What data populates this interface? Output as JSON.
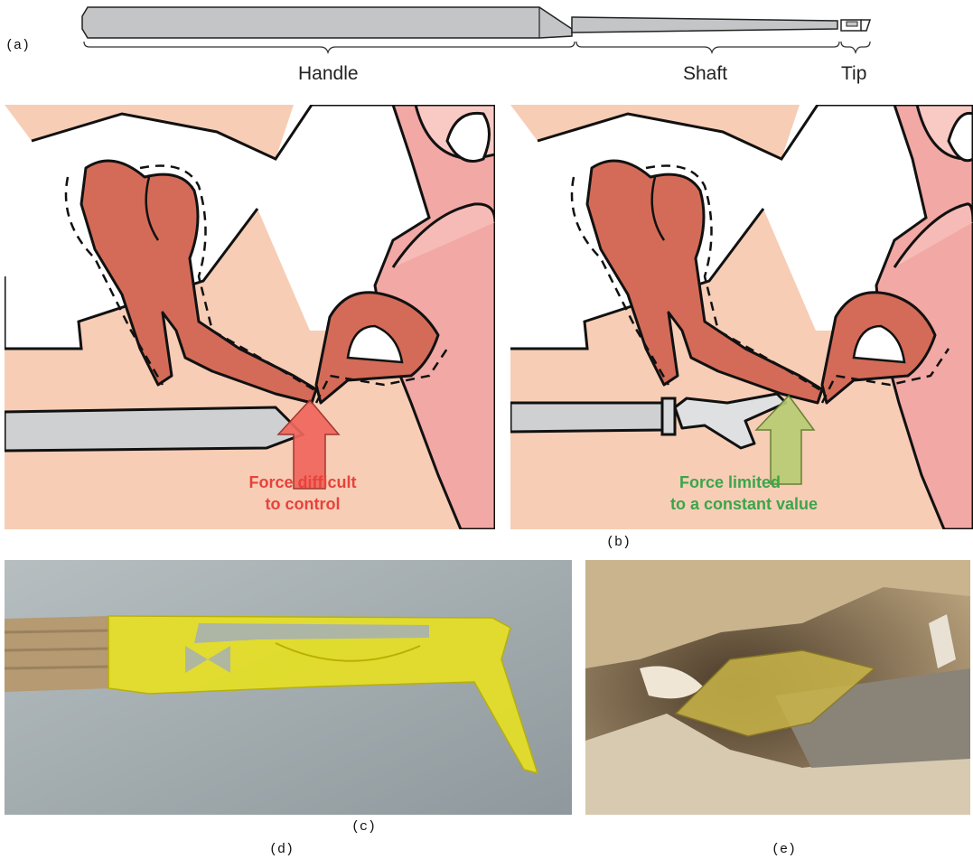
{
  "figure": {
    "panel_labels": {
      "a": "(a)",
      "b": "(b)",
      "c": "(c)",
      "d": "(d)",
      "e": "(e)"
    },
    "instrument": {
      "handle_label": "Handle",
      "shaft_label": "Shaft",
      "tip_label": "Tip"
    },
    "left_scene": {
      "caption_line1": "Force difficult",
      "caption_line2": "to control",
      "caption_color": "#e8423b"
    },
    "right_scene": {
      "caption_line1": "Force limited",
      "caption_line2": "to a constant value",
      "caption_color": "#3aa64a"
    }
  },
  "colors": {
    "skin": "#f7cdb6",
    "ossicle": "#d46b58",
    "ear_pink": "#f2a8a4",
    "tool_grey": "#cfd0d2",
    "red_arrow": "#f0675c",
    "green_arrow": "#b7cc73"
  }
}
